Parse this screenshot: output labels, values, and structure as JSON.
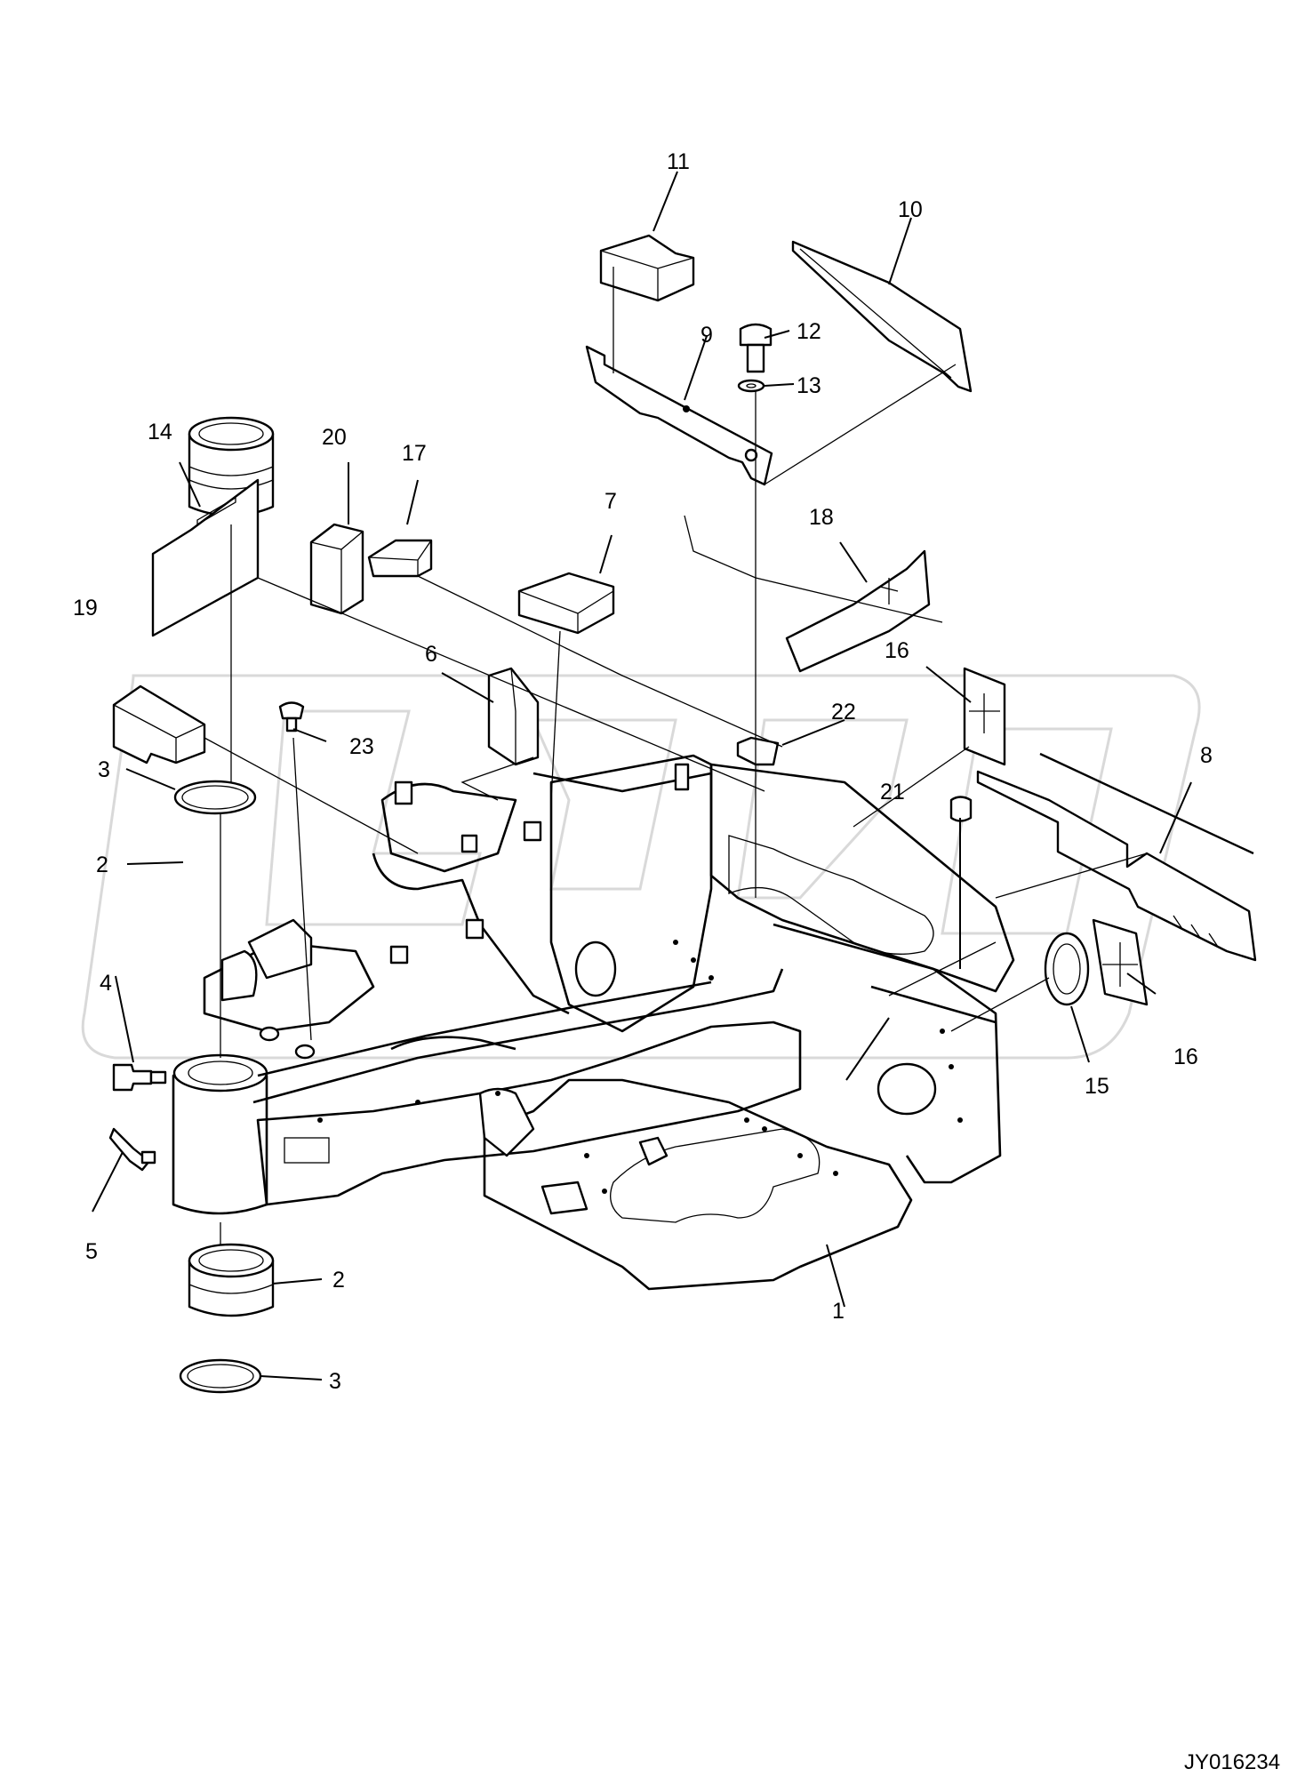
{
  "drawing_id": "JY016234",
  "callouts": [
    {
      "id": "c1",
      "label": "1"
    },
    {
      "id": "c2a",
      "label": "2"
    },
    {
      "id": "c2b",
      "label": "2"
    },
    {
      "id": "c3a",
      "label": "3"
    },
    {
      "id": "c3b",
      "label": "3"
    },
    {
      "id": "c4",
      "label": "4"
    },
    {
      "id": "c5",
      "label": "5"
    },
    {
      "id": "c6",
      "label": "6"
    },
    {
      "id": "c7",
      "label": "7"
    },
    {
      "id": "c8",
      "label": "8"
    },
    {
      "id": "c9",
      "label": "9"
    },
    {
      "id": "c10",
      "label": "10"
    },
    {
      "id": "c11",
      "label": "11"
    },
    {
      "id": "c12",
      "label": "12"
    },
    {
      "id": "c13",
      "label": "13"
    },
    {
      "id": "c14",
      "label": "14"
    },
    {
      "id": "c15",
      "label": "15"
    },
    {
      "id": "c16a",
      "label": "16"
    },
    {
      "id": "c16b",
      "label": "16"
    },
    {
      "id": "c17",
      "label": "17"
    },
    {
      "id": "c18",
      "label": "18"
    },
    {
      "id": "c19",
      "label": "19"
    },
    {
      "id": "c20",
      "label": "20"
    },
    {
      "id": "c21",
      "label": "21"
    },
    {
      "id": "c22",
      "label": "22"
    },
    {
      "id": "c23",
      "label": "23"
    }
  ]
}
